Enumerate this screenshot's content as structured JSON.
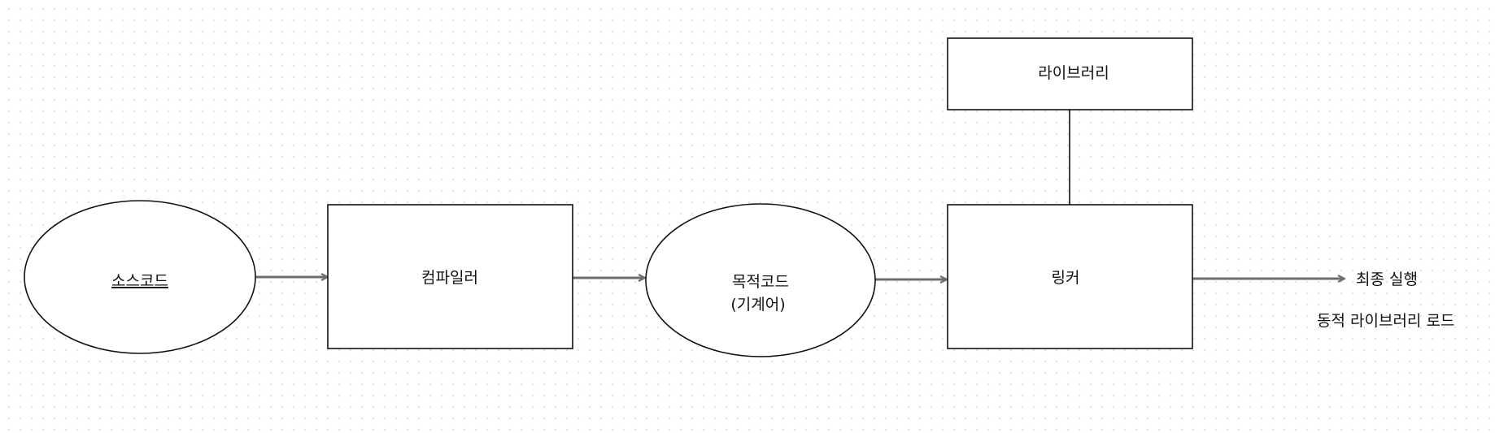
{
  "nodes": {
    "source_code": "소스코드",
    "compiler": "컴파일러",
    "object_code_line1": "목적코드",
    "object_code_line2": "(기계어)",
    "library": "라이브러리",
    "linker": "링커"
  },
  "outputs": {
    "final_execution": "최종 실행",
    "dynamic_library_load": "동적 라이브러리 로드"
  },
  "colors": {
    "stroke": "#111111",
    "arrow": "#6e6e6e",
    "grid_dot": "#e4e4e4"
  }
}
